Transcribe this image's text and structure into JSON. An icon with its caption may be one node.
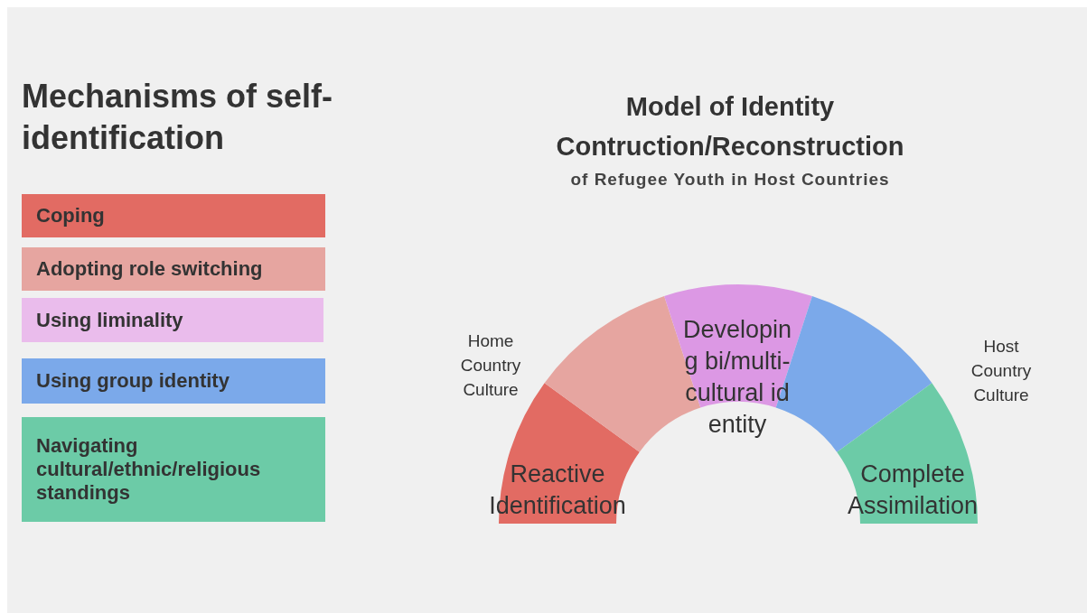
{
  "diagram": {
    "title": "Model of Identity Contruction/Reconstruction",
    "nodes": [
      {
        "text": [
          "Coping"
        ]
      },
      {
        "text": [
          "Adopting role switching"
        ]
      },
      {
        "text": [
          "Using liminality"
        ]
      },
      {
        "text": [
          "Using group identity"
        ]
      },
      {
        "text": [
          "Navigating cultural/ethnic/religious standings"
        ]
      },
      {
        "text": [
          "Reactive Identification"
        ]
      },
      {
        "text": [],
        "shape": "arc"
      },
      {
        "text": [
          "Developing bi/multi-cultural identity"
        ]
      },
      {
        "text": [],
        "shape": "arc"
      },
      {
        "text": [
          "Complete Assimilation"
        ]
      }
    ],
    "edges": [],
    "labels": [
      "Mechanisms of self-identification",
      "of Refugee Youth in Host Countries",
      "Home Country Culture",
      "Host Country Culture"
    ]
  }
}
